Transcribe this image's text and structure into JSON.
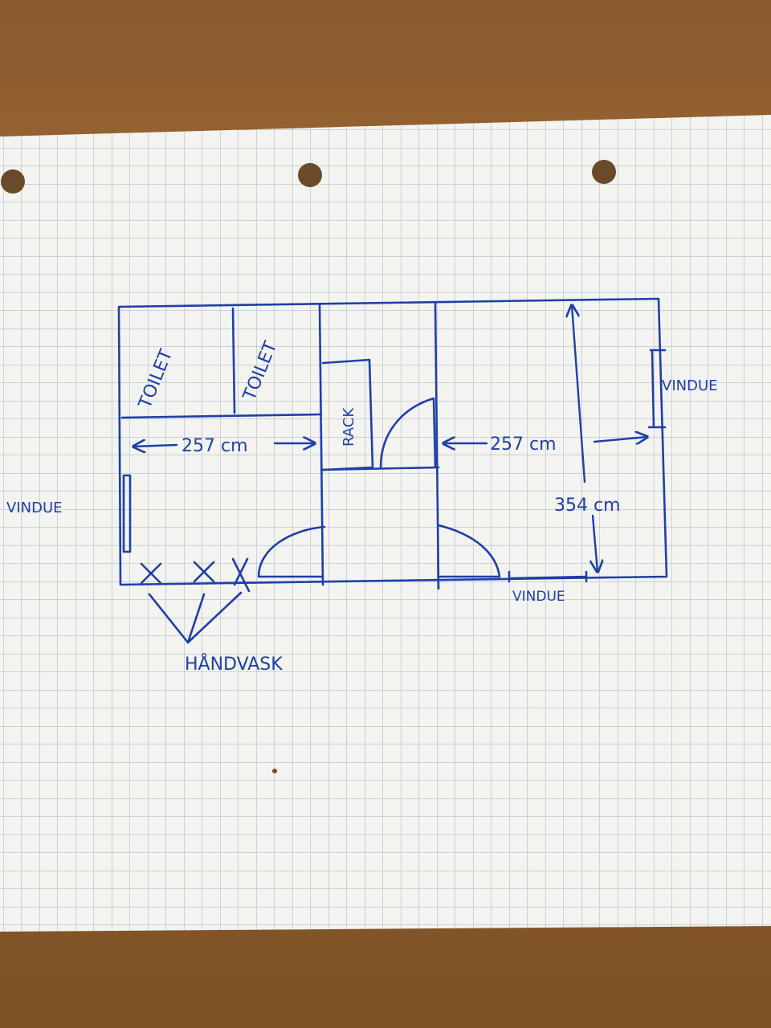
{
  "colors": {
    "ink": "#1f3fa8",
    "paper": "#f3f3ef",
    "grid": "#9aa9c4",
    "desk": "#8d5d2d"
  },
  "labels": {
    "toilet_1": "TOILET",
    "toilet_2": "TOILET",
    "rack": "RACK",
    "dim_left": "257 cm",
    "dim_right": "257 cm",
    "dim_height": "354 cm",
    "window_left": "VINDUE",
    "window_right": "VINDUE",
    "window_bottom": "VINDUE",
    "sinks": "HÅNDVASK"
  }
}
